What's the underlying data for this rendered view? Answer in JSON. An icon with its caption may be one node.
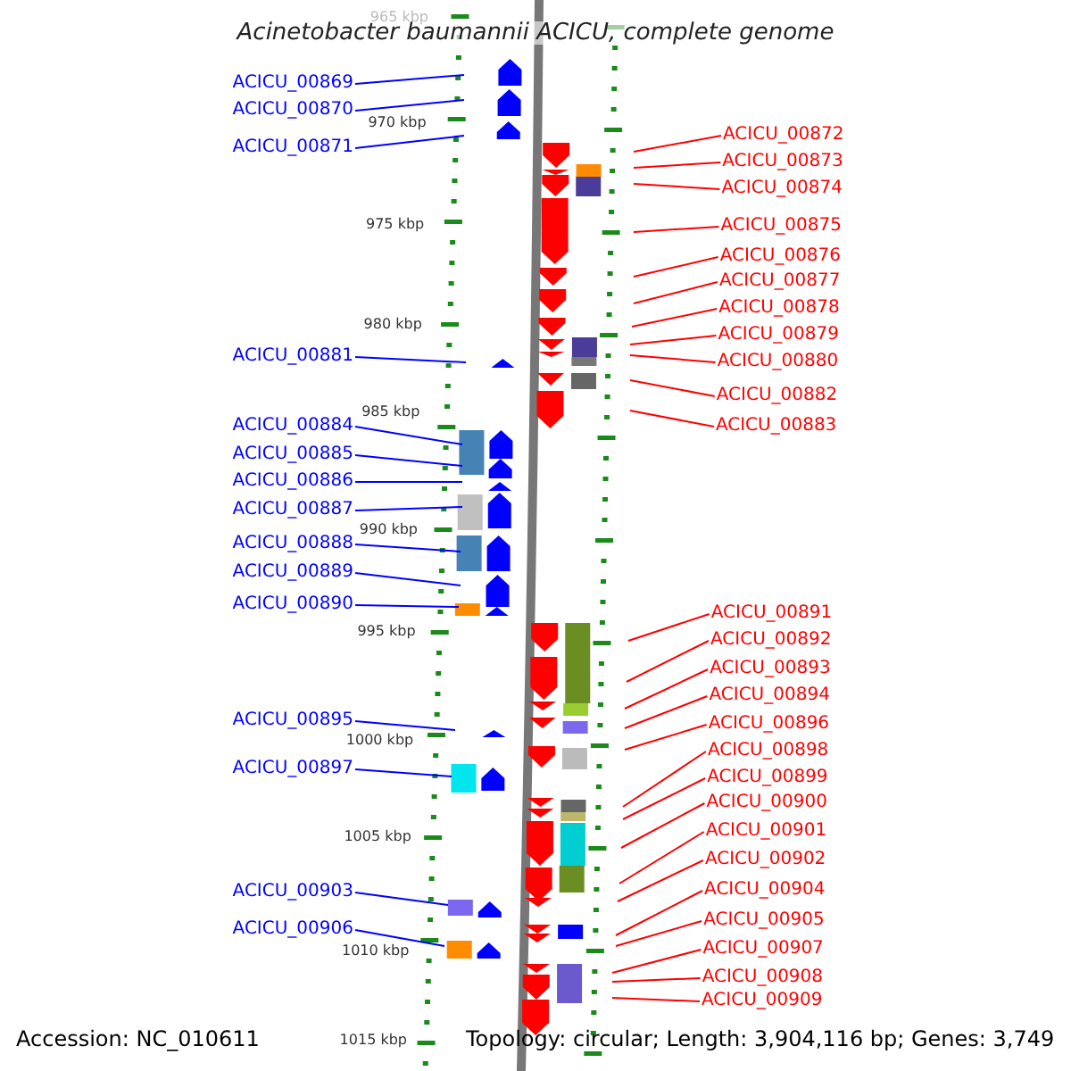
{
  "diagram": {
    "title": "Acinetobacter baumannii ACICU, complete genome",
    "nodes": [
      {
        "text": [
          "ACICU_00869"
        ]
      },
      {
        "text": [
          "ACICU_00870"
        ]
      },
      {
        "text": [
          "ACICU_00871"
        ]
      },
      {
        "text": [
          "ACICU_00881"
        ]
      },
      {
        "text": [
          "ACICU_00884"
        ]
      },
      {
        "text": [
          "ACICU_00885"
        ]
      },
      {
        "text": [
          "ACICU_00886"
        ]
      },
      {
        "text": [
          "ACICU_00887"
        ]
      },
      {
        "text": [
          "ACICU_00888"
        ]
      },
      {
        "text": [
          "ACICU_00889"
        ]
      },
      {
        "text": [
          "ACICU_00890"
        ]
      },
      {
        "text": [
          "ACICU_00895"
        ]
      },
      {
        "text": [
          "ACICU_00897"
        ]
      },
      {
        "text": [
          "ACICU_00903"
        ]
      },
      {
        "text": [
          "ACICU_00906"
        ]
      },
      {
        "text": [
          "ACICU_00872"
        ]
      },
      {
        "text": [
          "ACICU_00873"
        ]
      },
      {
        "text": [
          "ACICU_00874"
        ]
      },
      {
        "text": [
          "ACICU_00875"
        ]
      },
      {
        "text": [
          "ACICU_00876"
        ]
      },
      {
        "text": [
          "ACICU_00877"
        ]
      },
      {
        "text": [
          "ACICU_00878"
        ]
      },
      {
        "text": [
          "ACICU_00879"
        ]
      },
      {
        "text": [
          "ACICU_00880"
        ]
      },
      {
        "text": [
          "ACICU_00882"
        ]
      },
      {
        "text": [
          "ACICU_00883"
        ]
      },
      {
        "text": [
          "ACICU_00891"
        ]
      },
      {
        "text": [
          "ACICU_00892"
        ]
      },
      {
        "text": [
          "ACICU_00893"
        ]
      },
      {
        "text": [
          "ACICU_00894"
        ]
      },
      {
        "text": [
          "ACICU_00896"
        ]
      },
      {
        "text": [
          "ACICU_00898"
        ]
      },
      {
        "text": [
          "ACICU_00899"
        ]
      },
      {
        "text": [
          "ACICU_00900"
        ]
      },
      {
        "text": [
          "ACICU_00901"
        ]
      },
      {
        "text": [
          "ACICU_00902"
        ]
      },
      {
        "text": [
          "ACICU_00904"
        ]
      },
      {
        "text": [
          "ACICU_00905"
        ]
      },
      {
        "text": [
          "ACICU_00907"
        ]
      },
      {
        "text": [
          "ACICU_00908"
        ]
      },
      {
        "text": [
          "ACICU_00909"
        ]
      }
    ],
    "edges": [
      {
        "from": 0,
        "to": null,
        "arrow": "none",
        "color": "#0000ff"
      },
      {
        "from": 1,
        "to": null,
        "arrow": "none",
        "color": "#0000ff"
      },
      {
        "from": 2,
        "to": null,
        "arrow": "none",
        "color": "#0000ff"
      },
      {
        "from": 3,
        "to": null,
        "arrow": "none",
        "color": "#0000ff"
      },
      {
        "from": 4,
        "to": null,
        "arrow": "none",
        "color": "#0000ff"
      },
      {
        "from": 5,
        "to": null,
        "arrow": "none",
        "color": "#0000ff"
      },
      {
        "from": 6,
        "to": null,
        "arrow": "none",
        "color": "#0000ff"
      },
      {
        "from": 7,
        "to": null,
        "arrow": "none",
        "color": "#0000ff"
      },
      {
        "from": 8,
        "to": null,
        "arrow": "none",
        "color": "#0000ff"
      },
      {
        "from": 9,
        "to": null,
        "arrow": "none",
        "color": "#0000ff"
      },
      {
        "from": 10,
        "to": null,
        "arrow": "none",
        "color": "#0000ff"
      },
      {
        "from": 11,
        "to": null,
        "arrow": "none",
        "color": "#0000ff"
      },
      {
        "from": 12,
        "to": null,
        "arrow": "none",
        "color": "#0000ff"
      },
      {
        "from": 13,
        "to": null,
        "arrow": "none",
        "color": "#0000ff"
      },
      {
        "from": 14,
        "to": null,
        "arrow": "none",
        "color": "#0000ff"
      },
      {
        "from": 15,
        "to": null,
        "arrow": "none"
      },
      {
        "from": 16,
        "to": null,
        "arrow": "none"
      },
      {
        "from": 17,
        "to": null,
        "arrow": "none"
      },
      {
        "from": 18,
        "to": null,
        "arrow": "none"
      },
      {
        "from": 19,
        "to": null,
        "arrow": "none"
      },
      {
        "from": 20,
        "to": null,
        "arrow": "none"
      },
      {
        "from": 21,
        "to": null,
        "arrow": "none"
      },
      {
        "from": 22,
        "to": null,
        "arrow": "none"
      },
      {
        "from": 23,
        "to": null,
        "arrow": "none"
      },
      {
        "from": 24,
        "to": null,
        "arrow": "none"
      },
      {
        "from": 25,
        "to": null,
        "arrow": "none"
      },
      {
        "from": 26,
        "to": null,
        "arrow": "none"
      },
      {
        "from": 27,
        "to": null,
        "arrow": "none"
      },
      {
        "from": 28,
        "to": null,
        "arrow": "none"
      },
      {
        "from": 29,
        "to": null,
        "arrow": "none"
      },
      {
        "from": 30,
        "to": null,
        "arrow": "none"
      },
      {
        "from": 31,
        "to": null,
        "arrow": "none"
      },
      {
        "from": 32,
        "to": null,
        "arrow": "none"
      },
      {
        "from": 33,
        "to": null,
        "arrow": "none"
      },
      {
        "from": 34,
        "to": null,
        "arrow": "none"
      },
      {
        "from": 35,
        "to": null,
        "arrow": "none"
      },
      {
        "from": 36,
        "to": null,
        "arrow": "none"
      },
      {
        "from": 37,
        "to": null,
        "arrow": "none"
      },
      {
        "from": 38,
        "to": null,
        "arrow": "none"
      },
      {
        "from": 39,
        "to": null,
        "arrow": "none"
      },
      {
        "from": 40,
        "to": null,
        "arrow": "none"
      }
    ],
    "labels": [
      "965 kbp",
      "970 kbp",
      "975 kbp",
      "980 kbp",
      "985 kbp",
      "990 kbp",
      "995 kbp",
      "1000 kbp",
      "1005 kbp",
      "1010 kbp",
      "1015 kbp",
      "Accession: NC_010611",
      "Topology: circular; Length: 3,904,116 bp; Genes: 3,749"
    ]
  }
}
